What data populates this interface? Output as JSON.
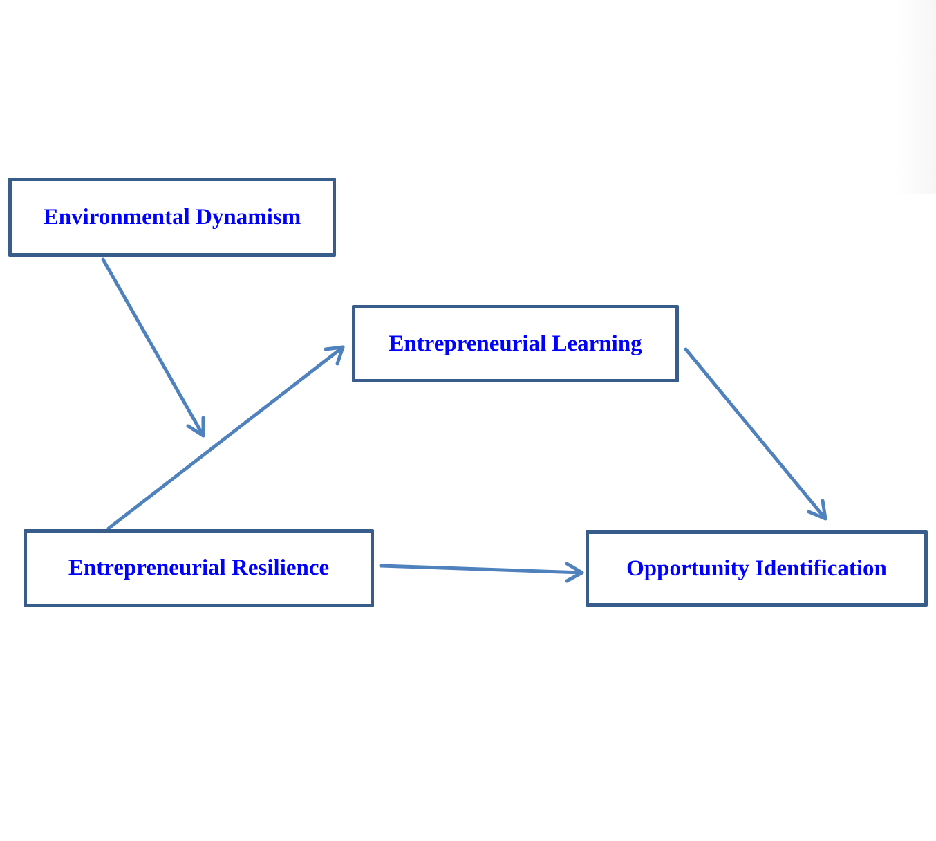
{
  "nodes": {
    "environmental_dynamism": "Environmental Dynamism",
    "entrepreneurial_learning": "Entrepreneurial Learning",
    "entrepreneurial_resilience": "Entrepreneurial Resilience",
    "opportunity_identification": "Opportunity Identification"
  },
  "edges": [
    {
      "from": "Environmental Dynamism",
      "to": "Entrepreneurial Resilience → Entrepreneurial Learning path (moderation)"
    },
    {
      "from": "Entrepreneurial Resilience",
      "to": "Entrepreneurial Learning"
    },
    {
      "from": "Entrepreneurial Learning",
      "to": "Opportunity Identification"
    },
    {
      "from": "Entrepreneurial Resilience",
      "to": "Opportunity Identification"
    }
  ],
  "colors": {
    "border": "#385D8A",
    "text": "#0000FF",
    "arrow": "#4F81BD"
  }
}
